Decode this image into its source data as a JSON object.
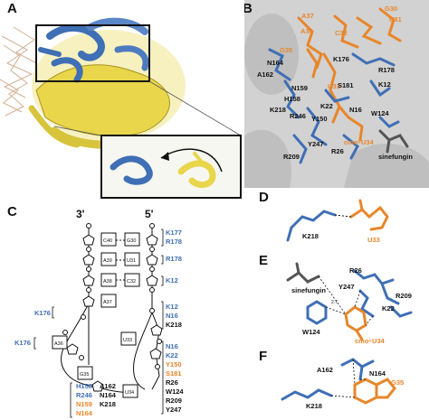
{
  "panels": {
    "A": {
      "label": "A"
    },
    "B": {
      "label": "B",
      "orange": [
        "G30",
        "U31",
        "A37",
        "A36",
        "C32",
        "G35",
        "U33",
        "cmo⁵U34"
      ],
      "blue": [
        "N164",
        "K176",
        "R178",
        "A162",
        "N159",
        "S181",
        "K12",
        "H158",
        "K218",
        "K22",
        "R246",
        "Y150",
        "N16",
        "W124",
        "R209",
        "Y247",
        "R26"
      ],
      "gray": [
        "sinefungin"
      ]
    },
    "C": {
      "label": "C",
      "end_3": "3'",
      "end_5": "5'",
      "bases_left": [
        "C40",
        "A39",
        "A38",
        "A37",
        "A36",
        "G35"
      ],
      "bases_right": [
        "G30",
        "U31",
        "C32",
        "U33",
        "U34"
      ],
      "right_group1": [
        "K177",
        "R178"
      ],
      "right_group2": [
        "R178"
      ],
      "right_group3": [
        "K12"
      ],
      "right_group4_blue": [
        "K12",
        "N16"
      ],
      "right_group4_black": [
        "K218"
      ],
      "left_k176_a": "K176",
      "left_k176_b": "K176",
      "right_group5_blue": [
        "N16",
        "K22"
      ],
      "right_group5_orange": [
        "Y150",
        "S181"
      ],
      "right_group5_black": [
        "R26",
        "W124",
        "R209",
        "Y247"
      ],
      "bottom_rows": [
        {
          "a": "H158",
          "a_color": "blue",
          "b": "A162"
        },
        {
          "a": "R246",
          "a_color": "blue",
          "b": "N164"
        },
        {
          "a": "N159",
          "a_color": "orange",
          "b": "K218"
        },
        {
          "a": "N164",
          "a_color": "orange",
          "b": ""
        }
      ]
    },
    "D": {
      "label": "D",
      "labels": [
        "K218",
        "U33"
      ]
    },
    "E": {
      "label": "E",
      "labels": [
        "sinefungin",
        "Y247",
        "R26",
        "R209",
        "K22",
        "W124",
        "cmo⁵U34",
        "2.7"
      ]
    },
    "F": {
      "label": "F",
      "labels": [
        "A162",
        "N164",
        "K218",
        "G35"
      ]
    }
  },
  "colors": {
    "protein_blue": "#3f6fb5",
    "protein_yellow": "#e8d84a",
    "rna_orange": "#e8862a",
    "sinefungin_gray": "#555555",
    "panel_b_bg": "#cfcfcf"
  }
}
